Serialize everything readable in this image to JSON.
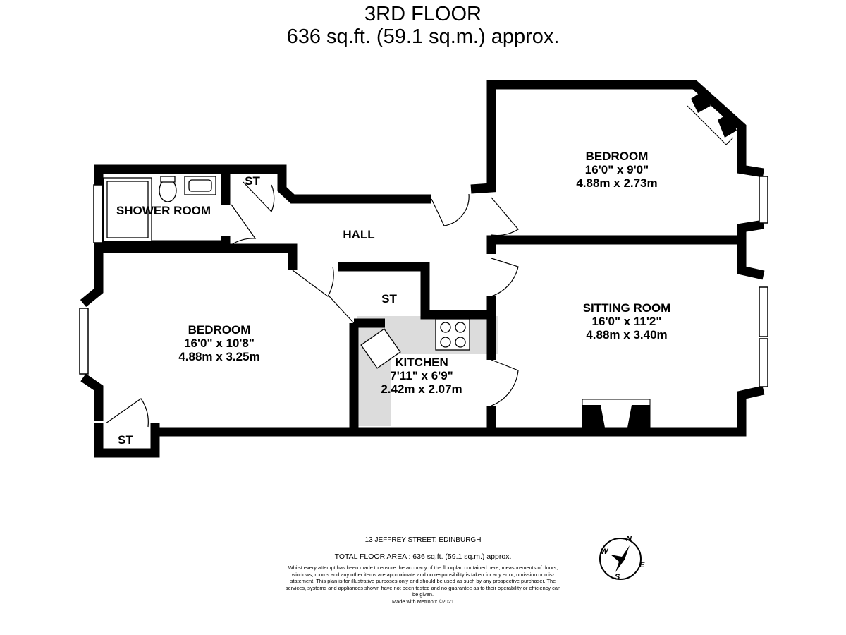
{
  "header": {
    "floor": "3RD FLOOR",
    "area": "636 sq.ft. (59.1 sq.m.) approx."
  },
  "rooms": [
    {
      "name": "BEDROOM",
      "imperial": "16'0\"  x 9'0\"",
      "metric": "4.88m  x 2.73m"
    },
    {
      "name": "SITTING ROOM",
      "imperial": "16'0\"  x 11'2\"",
      "metric": "4.88m  x 3.40m"
    },
    {
      "name": "BEDROOM",
      "imperial": "16'0\"  x 10'8\"",
      "metric": "4.88m  x 3.25m"
    },
    {
      "name": "KITCHEN",
      "imperial": "7'11\"  x 6'9\"",
      "metric": "2.42m  x 2.07m"
    }
  ],
  "labels": {
    "shower_room": "SHOWER ROOM",
    "hall": "HALL",
    "st": "ST"
  },
  "footer": {
    "address": "13 JEFFREY STREET, EDINBURGH",
    "total": "TOTAL FLOOR AREA : 636 sq.ft. (59.1 sq.m.) approx.",
    "disclaimer": "Whilst every attempt has been made to ensure the accuracy of the floorplan contained here, measurements of doors, windows, rooms and any other items are approximate and no responsibility is taken for any error, omission or mis-statement. This plan is for illustrative purposes only and should be used as such by any prospective purchaser. The services, systems and appliances shown have not been tested and no guarantee as to their operability or efficiency can be given.",
    "made": "Made with Metropix ©2021"
  },
  "compass": {
    "n": "N",
    "e": "E",
    "s": "S",
    "w": "W"
  }
}
